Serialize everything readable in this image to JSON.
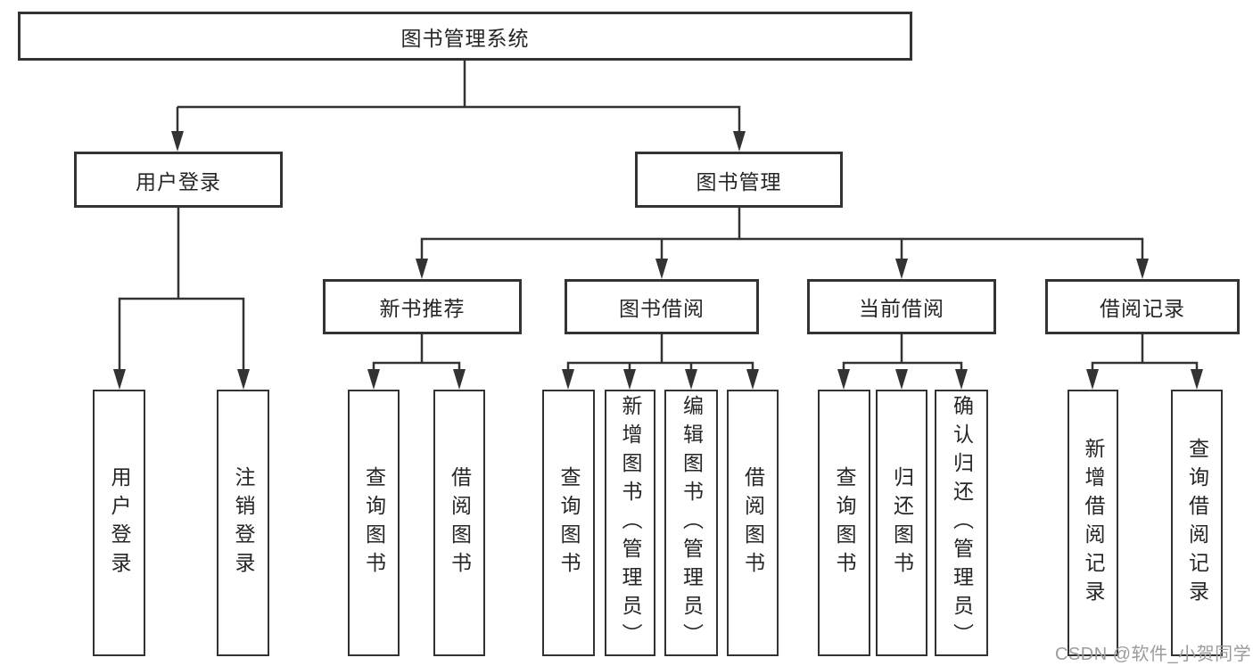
{
  "diagram": {
    "title_node": {
      "label": "图书管理系统"
    },
    "level2": [
      {
        "label": "用户登录"
      },
      {
        "label": "图书管理"
      }
    ],
    "level3": [
      {
        "label": "新书推荐",
        "parent": "图书管理"
      },
      {
        "label": "图书借阅",
        "parent": "图书管理"
      },
      {
        "label": "当前借阅",
        "parent": "图书管理"
      },
      {
        "label": "借阅记录",
        "parent": "图书管理"
      }
    ],
    "leaves": [
      {
        "label": "用户登录",
        "parent": "用户登录"
      },
      {
        "label": "注销登录",
        "parent": "用户登录"
      },
      {
        "label": "查询图书",
        "parent": "新书推荐"
      },
      {
        "label": "借阅图书",
        "parent": "新书推荐"
      },
      {
        "label": "查询图书",
        "parent": "图书借阅"
      },
      {
        "label": "新增图书（管理员）",
        "parent": "图书借阅"
      },
      {
        "label": "编辑图书（管理员）",
        "parent": "图书借阅"
      },
      {
        "label": "借阅图书",
        "parent": "图书借阅"
      },
      {
        "label": "查询图书",
        "parent": "当前借阅"
      },
      {
        "label": "归还图书",
        "parent": "当前借阅"
      },
      {
        "label": "确认归还（管理员）",
        "parent": "当前借阅"
      },
      {
        "label": "新增借阅记录",
        "parent": "借阅记录"
      },
      {
        "label": "查询借阅记录",
        "parent": "借阅记录"
      }
    ]
  },
  "watermark": {
    "text": "CSDN @软件_小贺同学"
  },
  "colors": {
    "line": "#333333",
    "box_border": "#333333",
    "text": "#262626",
    "watermark": "#9c9c9c",
    "background": "#ffffff"
  }
}
